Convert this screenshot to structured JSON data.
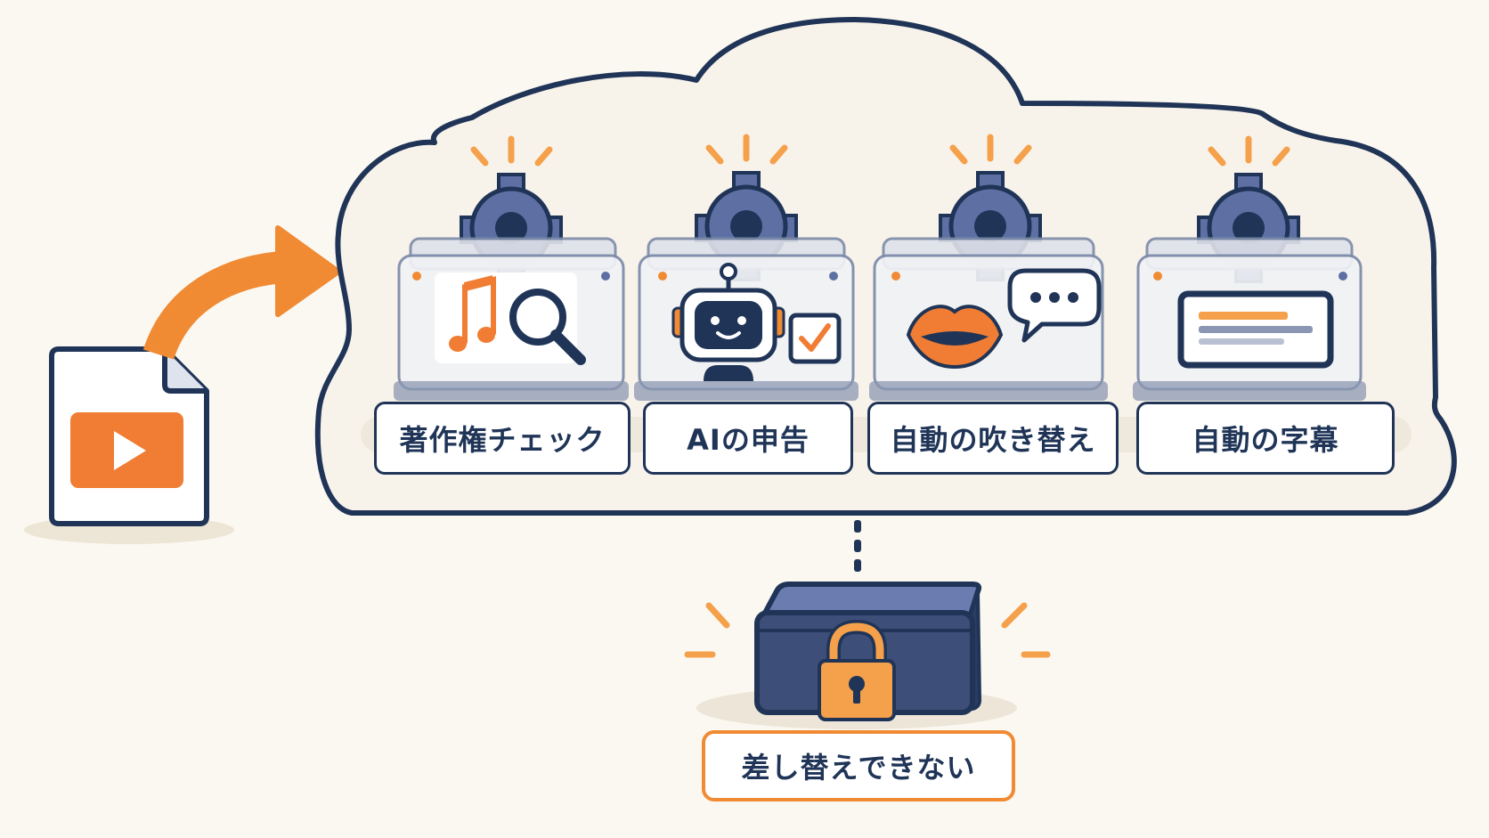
{
  "services": [
    {
      "label": "著作権チェック",
      "icon": "music-note-search-icon"
    },
    {
      "label": "AIの申告",
      "icon": "robot-checkbox-icon"
    },
    {
      "label": "自動の吹き替え",
      "icon": "lips-speech-bubble-icon"
    },
    {
      "label": "自動の字幕",
      "icon": "subtitle-screen-icon"
    }
  ],
  "locked_label": "差し替えできない",
  "colors": {
    "background": "#fbf8f1",
    "navy": "#1f3457",
    "accent_orange": "#f08a33",
    "gear_blue": "#5d6fa3",
    "chest_blue": "#3d4f79"
  }
}
